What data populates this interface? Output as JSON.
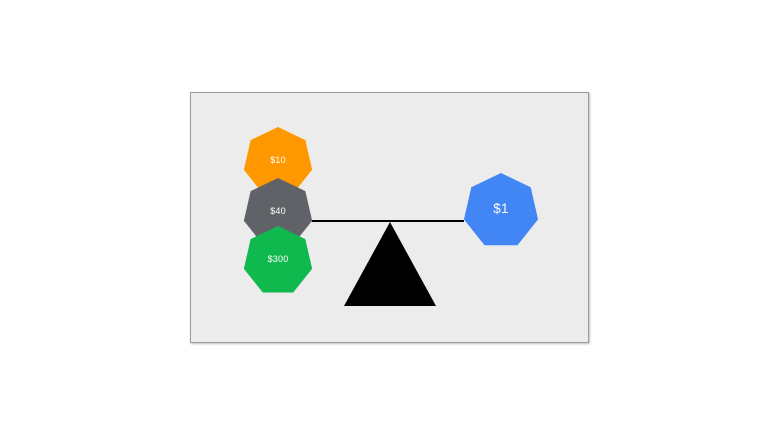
{
  "scene": {
    "canvas_bg": "#ECECEC",
    "canvas_border": "#9A9A9A",
    "beam_color": "#000000",
    "fulcrum_color": "#000000",
    "label_color": "#FFFFFF",
    "left_weights": [
      {
        "label": "$10",
        "color": "#FF9800",
        "shape": "heptagon"
      },
      {
        "label": "$40",
        "color": "#5F6368",
        "shape": "heptagon"
      },
      {
        "label": "$300",
        "color": "#10B94E",
        "shape": "heptagon"
      }
    ],
    "right_weight": {
      "label": "$1",
      "color": "#4285F4",
      "shape": "heptagon"
    }
  }
}
